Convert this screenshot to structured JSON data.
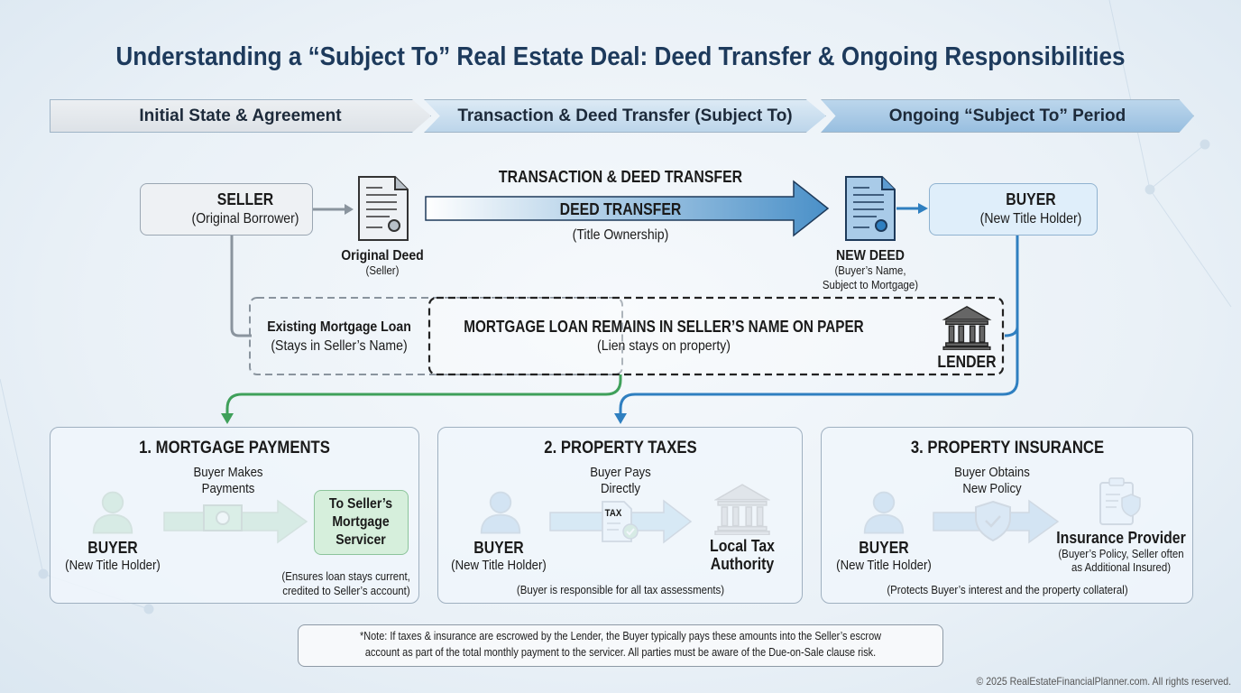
{
  "title": "Understanding a “Subject To” Real Estate Deal: Deed Transfer & Ongoing Responsibilities",
  "phases": [
    "Initial State & Agreement",
    "Transaction & Deed Transfer (Subject To)",
    "Ongoing “Subject To” Period"
  ],
  "seller": {
    "name": "SELLER",
    "sub": "(Original Borrower)"
  },
  "original_deed": {
    "name": "Original Deed",
    "sub": "(Seller)"
  },
  "transfer": {
    "header": "TRANSACTION & DEED TRANSFER",
    "label": "DEED TRANSFER",
    "sub": "(Title Ownership)"
  },
  "new_deed": {
    "name": "NEW DEED",
    "sub1": "(Buyer’s Name,",
    "sub2": "Subject to Mortgage)"
  },
  "buyer": {
    "name": "BUYER",
    "sub": "(New Title Holder)"
  },
  "existing_loan": {
    "name": "Existing Mortgage Loan",
    "sub": "(Stays in Seller’s Name)"
  },
  "loan_remains": {
    "name": "MORTGAGE LOAN REMAINS IN SELLER’S NAME ON PAPER",
    "sub": "(Lien stays on property)"
  },
  "lender": "LENDER",
  "panels": [
    {
      "title": "1. MORTGAGE PAYMENTS",
      "action1": "Buyer Makes",
      "action2": "Payments",
      "party": "BUYER",
      "party_sub": "(New Title Holder)",
      "target1": "To Seller’s",
      "target2": "Mortgage",
      "target3": "Servicer",
      "foot1": "(Ensures loan stays current,",
      "foot2": "credited to Seller’s account)"
    },
    {
      "title": "2. PROPERTY TAXES",
      "action1": "Buyer Pays",
      "action2": "Directly",
      "tax_label": "TAX",
      "party": "BUYER",
      "party_sub": "(New Title Holder)",
      "target1": "Local Tax",
      "target2": "Authority",
      "foot": "(Buyer is responsible for all tax assessments)"
    },
    {
      "title": "3. PROPERTY INSURANCE",
      "action1": "Buyer Obtains",
      "action2": "New Policy",
      "party": "BUYER",
      "party_sub": "(New Title Holder)",
      "target": "Insurance Provider",
      "target_sub1": "(Buyer’s Policy, Seller often",
      "target_sub2": "as Additional Insured)",
      "foot": "(Protects Buyer’s interest and the property collateral)"
    }
  ],
  "note1": "*Note: If taxes & insurance are escrowed by the Lender, the Buyer typically pays these amounts into the Seller’s escrow",
  "note2": "account as part of the total monthly payment to the servicer. All parties must be aware of the Due-on-Sale clause risk.",
  "copyright": "© 2025 RealEstateFinancialPlanner.com. All rights reserved.",
  "colors": {
    "title": "#1d3a5c",
    "blue": "#2f7fc0",
    "green": "#3fa05a",
    "gray": "#8a949e"
  }
}
